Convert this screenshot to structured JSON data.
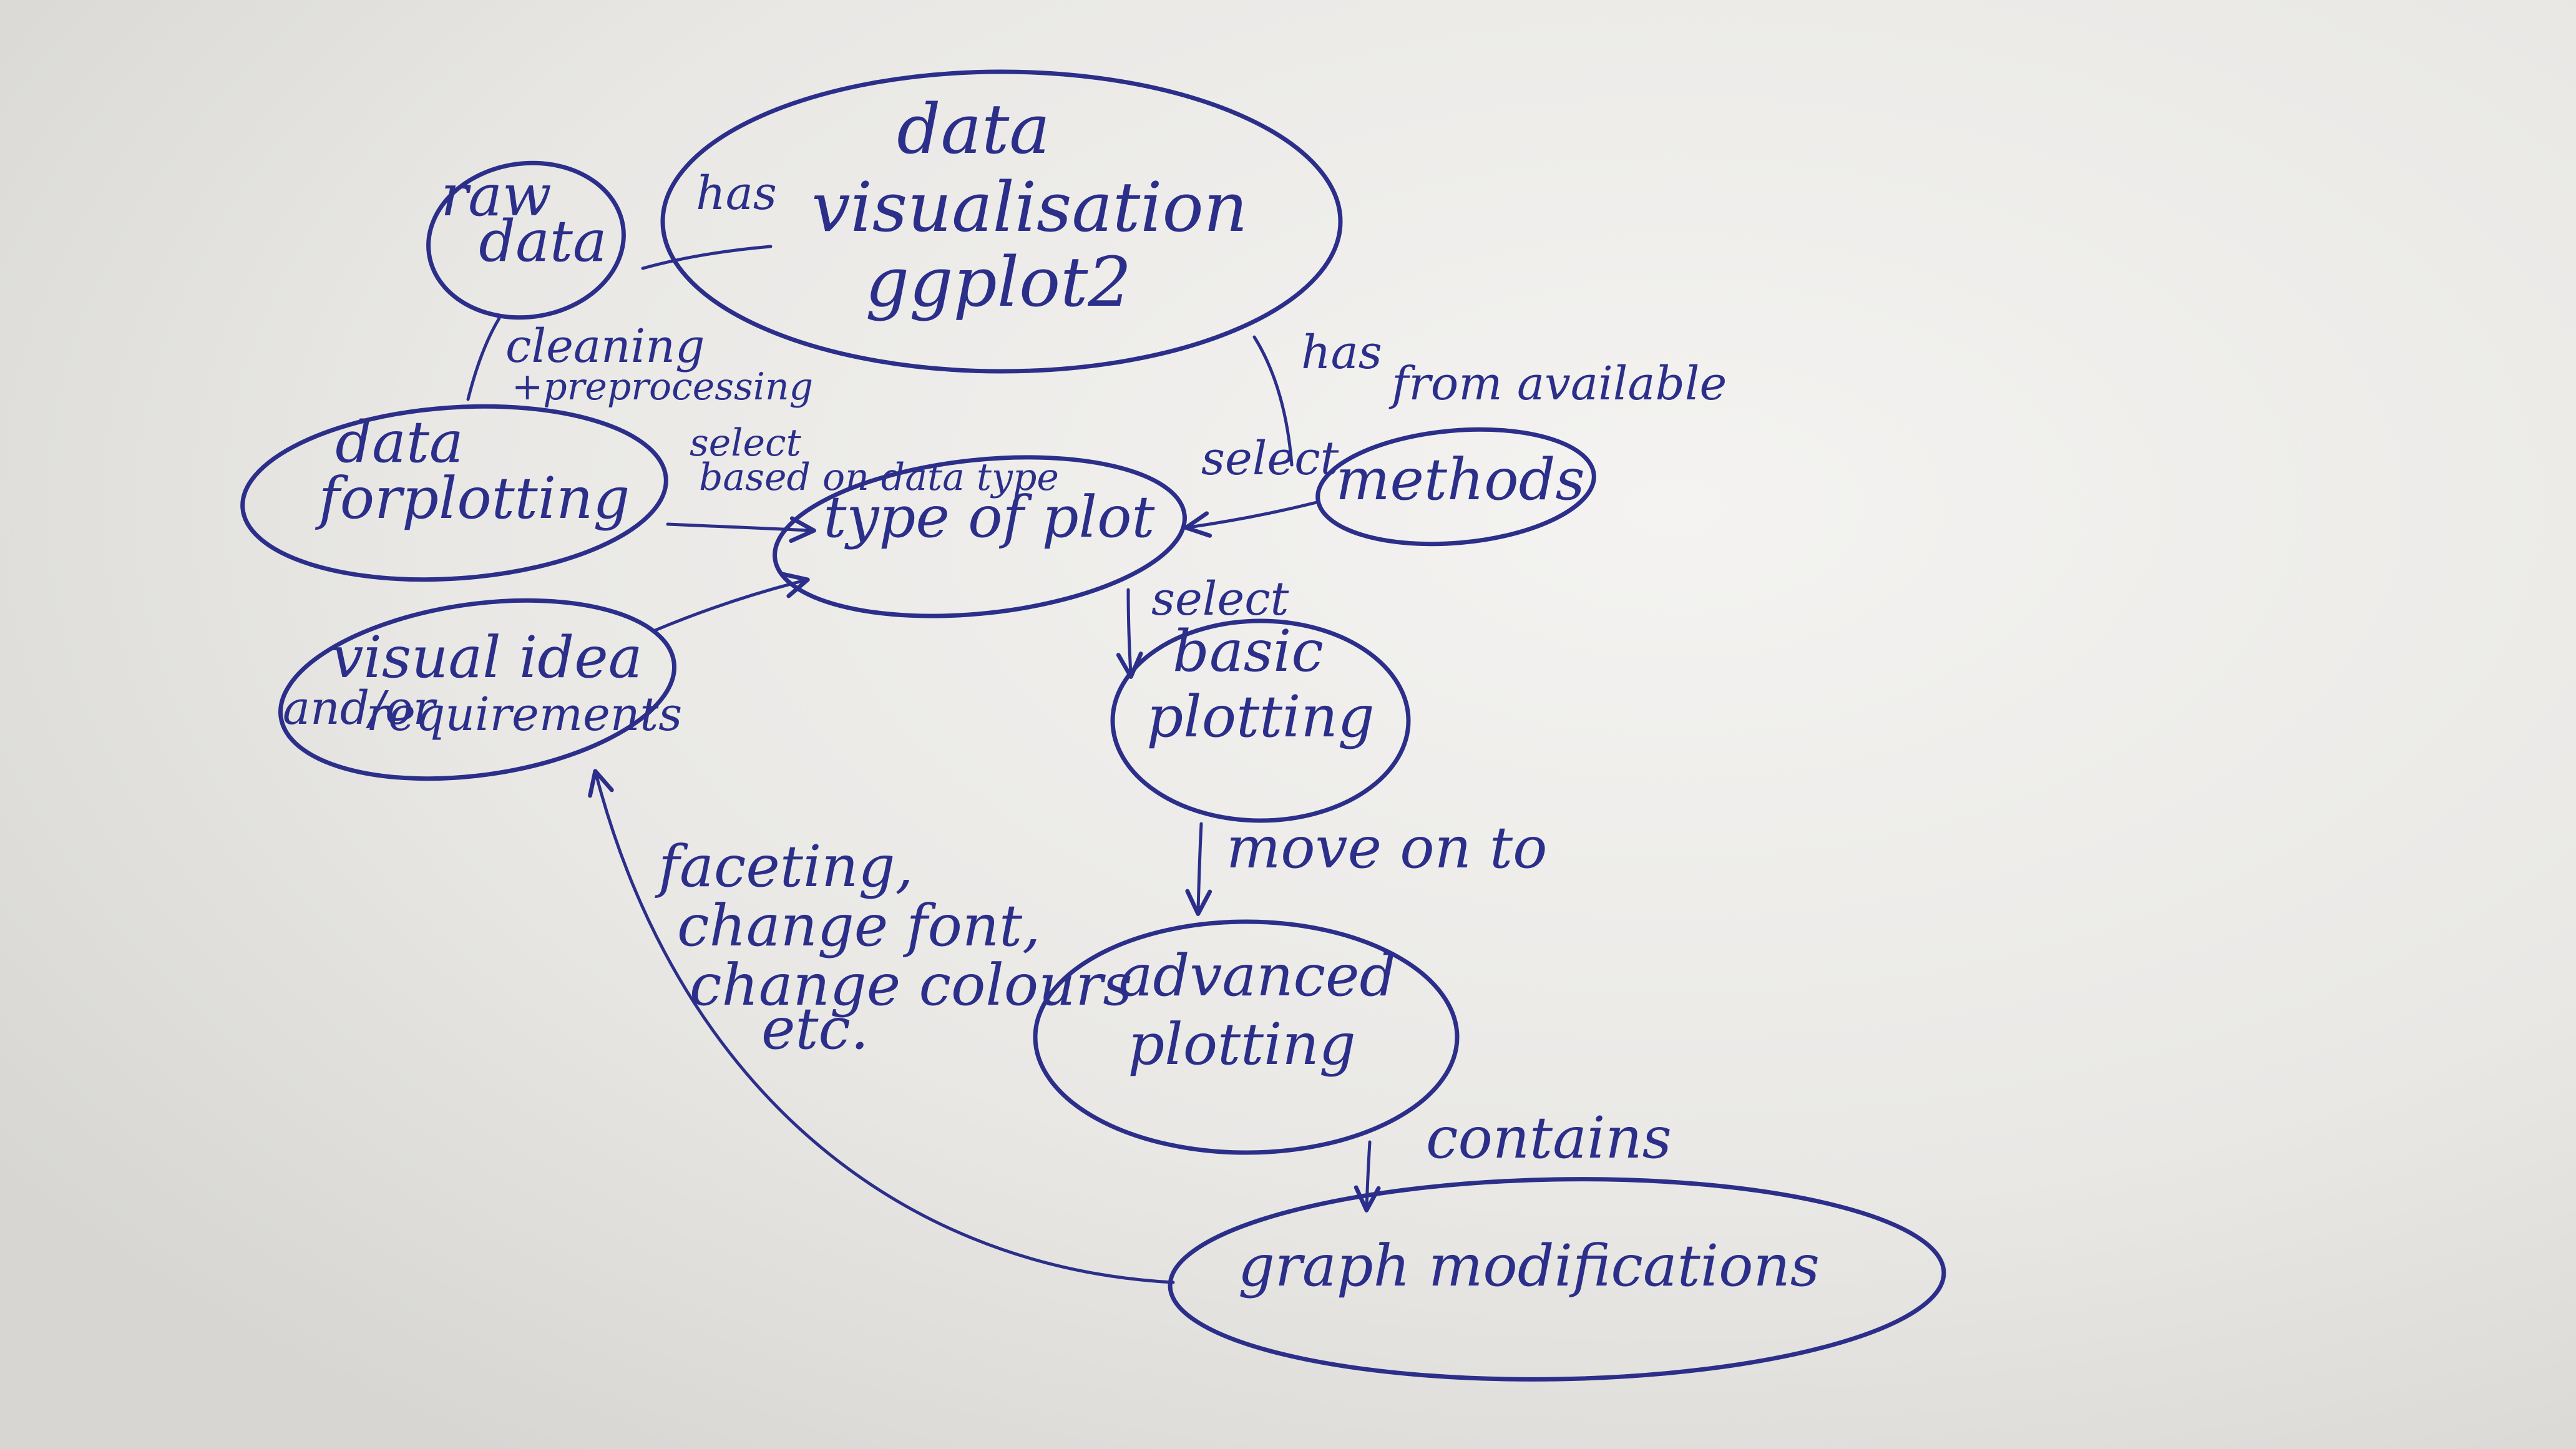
{
  "nodes": {
    "raw_data": {
      "line1": "raw",
      "line2": "data"
    },
    "data_visualisation": {
      "line1": "data",
      "line2": "visualisation",
      "line3": "ggplot2"
    },
    "data_for_plotting": {
      "line1": "data",
      "line2": "forplotting"
    },
    "type_of_plot": {
      "line1": "type of plot"
    },
    "methods": {
      "line1": "methods"
    },
    "visual_idea": {
      "line1": "visual idea",
      "line2": "and/or",
      "line3": "requirements"
    },
    "basic_plotting": {
      "line1": "basic",
      "line2": "plotting"
    },
    "advanced_plotting": {
      "line1": "advanced",
      "line2": "plotting"
    },
    "graph_modifications": {
      "line1": "graph modifications"
    }
  },
  "edges": {
    "has_raw": "has",
    "cleaning": {
      "line1": "cleaning",
      "line2": "+preprocessing"
    },
    "select_based": {
      "line1": "select",
      "line2": "based on data type"
    },
    "has_methods": "has",
    "select_from": "select",
    "from_available": "from available",
    "select_basic": "select",
    "move_on_to": "move on to",
    "contains": "contains",
    "faceting": {
      "line1": "faceting,",
      "line2": "change font,",
      "line3": "change colours",
      "line4": "etc."
    }
  }
}
